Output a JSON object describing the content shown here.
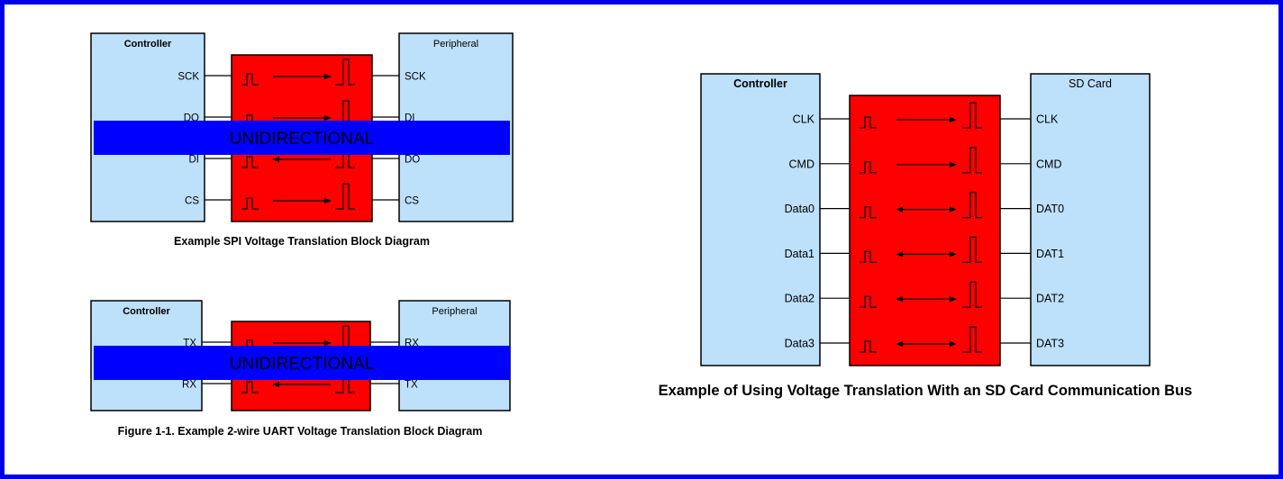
{
  "colors": {
    "frame_border": "#0000e6",
    "controller_fill": "#bde0fb",
    "translator_fill": "#ff0000",
    "banner_fill": "#0000ff",
    "banner_text": "#ffffff"
  },
  "spi": {
    "controller_title": "Controller",
    "peripheral_title": "Peripheral",
    "lines": [
      {
        "left": "SCK",
        "right": "SCK",
        "direction": "right"
      },
      {
        "left": "DO",
        "right": "DI",
        "direction": "right"
      },
      {
        "left": "DI",
        "right": "DO",
        "direction": "left"
      },
      {
        "left": "CS",
        "right": "CS",
        "direction": "right"
      }
    ],
    "banner": "UNIDIRECTIONAL",
    "caption": "Example SPI Voltage Translation Block Diagram"
  },
  "uart": {
    "controller_title": "Controller",
    "peripheral_title": "Peripheral",
    "lines": [
      {
        "left": "TX",
        "right": "RX",
        "direction": "right"
      },
      {
        "left": "RX",
        "right": "TX",
        "direction": "left"
      }
    ],
    "banner": "UNIDIRECTIONAL",
    "caption": "Figure 1-1. Example 2-wire UART Voltage Translation Block Diagram"
  },
  "sd": {
    "controller_title": "Controller",
    "peripheral_title": "SD Card",
    "lines": [
      {
        "left": "CLK",
        "right": "CLK",
        "direction": "right"
      },
      {
        "left": "CMD",
        "right": "CMD",
        "direction": "right"
      },
      {
        "left": "Data0",
        "right": "DAT0",
        "direction": "both"
      },
      {
        "left": "Data1",
        "right": "DAT1",
        "direction": "both"
      },
      {
        "left": "Data2",
        "right": "DAT2",
        "direction": "both"
      },
      {
        "left": "Data3",
        "right": "DAT3",
        "direction": "both"
      }
    ],
    "caption": "Example of Using Voltage Translation With an SD Card Communication Bus"
  }
}
